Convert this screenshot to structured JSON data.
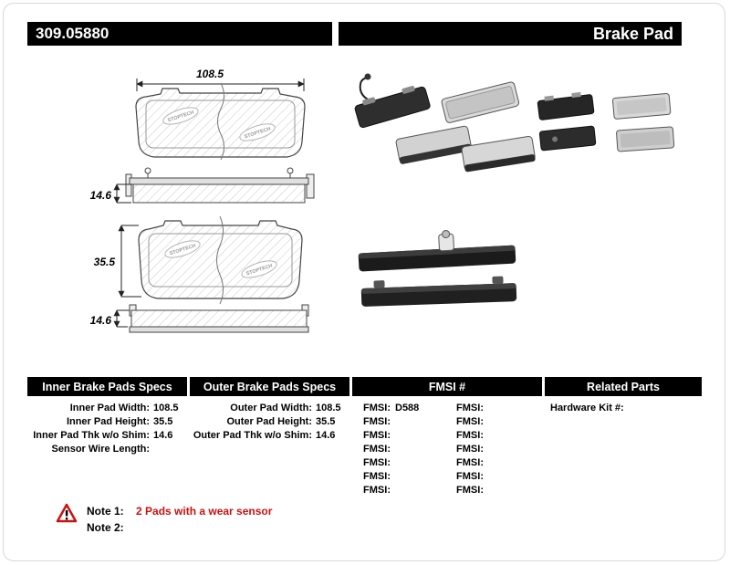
{
  "header": {
    "part_number": "309.05880",
    "title": "Brake Pad"
  },
  "drawings": {
    "watermark": "STOPTECH",
    "dim_width": "108.5",
    "dim_thickness_top": "14.6",
    "dim_height": "35.5",
    "dim_thickness_bottom": "14.6"
  },
  "table": {
    "headers": {
      "inner": "Inner Brake Pads Specs",
      "outer": "Outer Brake Pads Specs",
      "fmsi": "FMSI #",
      "related": "Related Parts"
    },
    "inner_specs": [
      {
        "label": "Inner Pad Width:",
        "value": "108.5"
      },
      {
        "label": "Inner Pad Height:",
        "value": "35.5"
      },
      {
        "label": "Inner Pad Thk w/o Shim:",
        "value": "14.6"
      },
      {
        "label": "Sensor Wire Length:",
        "value": ""
      }
    ],
    "outer_specs": [
      {
        "label": "Outer Pad Width:",
        "value": "108.5"
      },
      {
        "label": "Outer Pad Height:",
        "value": "35.5"
      },
      {
        "label": "Outer Pad Thk w/o Shim:",
        "value": "14.6"
      }
    ],
    "fmsi_col1": [
      {
        "label": "FMSI:",
        "value": "D588"
      },
      {
        "label": "FMSI:",
        "value": ""
      },
      {
        "label": "FMSI:",
        "value": ""
      },
      {
        "label": "FMSI:",
        "value": ""
      },
      {
        "label": "FMSI:",
        "value": ""
      },
      {
        "label": "FMSI:",
        "value": ""
      },
      {
        "label": "FMSI:",
        "value": ""
      }
    ],
    "fmsi_col2": [
      {
        "label": "FMSI:",
        "value": ""
      },
      {
        "label": "FMSI:",
        "value": ""
      },
      {
        "label": "FMSI:",
        "value": ""
      },
      {
        "label": "FMSI:",
        "value": ""
      },
      {
        "label": "FMSI:",
        "value": ""
      },
      {
        "label": "FMSI:",
        "value": ""
      },
      {
        "label": "FMSI:",
        "value": ""
      }
    ],
    "related_parts": [
      {
        "label": "Hardware Kit #:",
        "value": ""
      }
    ]
  },
  "notes": {
    "note1_label": "Note 1:",
    "note1_text": "2 Pads with a wear sensor",
    "note2_label": "Note 2:",
    "note2_text": ""
  }
}
